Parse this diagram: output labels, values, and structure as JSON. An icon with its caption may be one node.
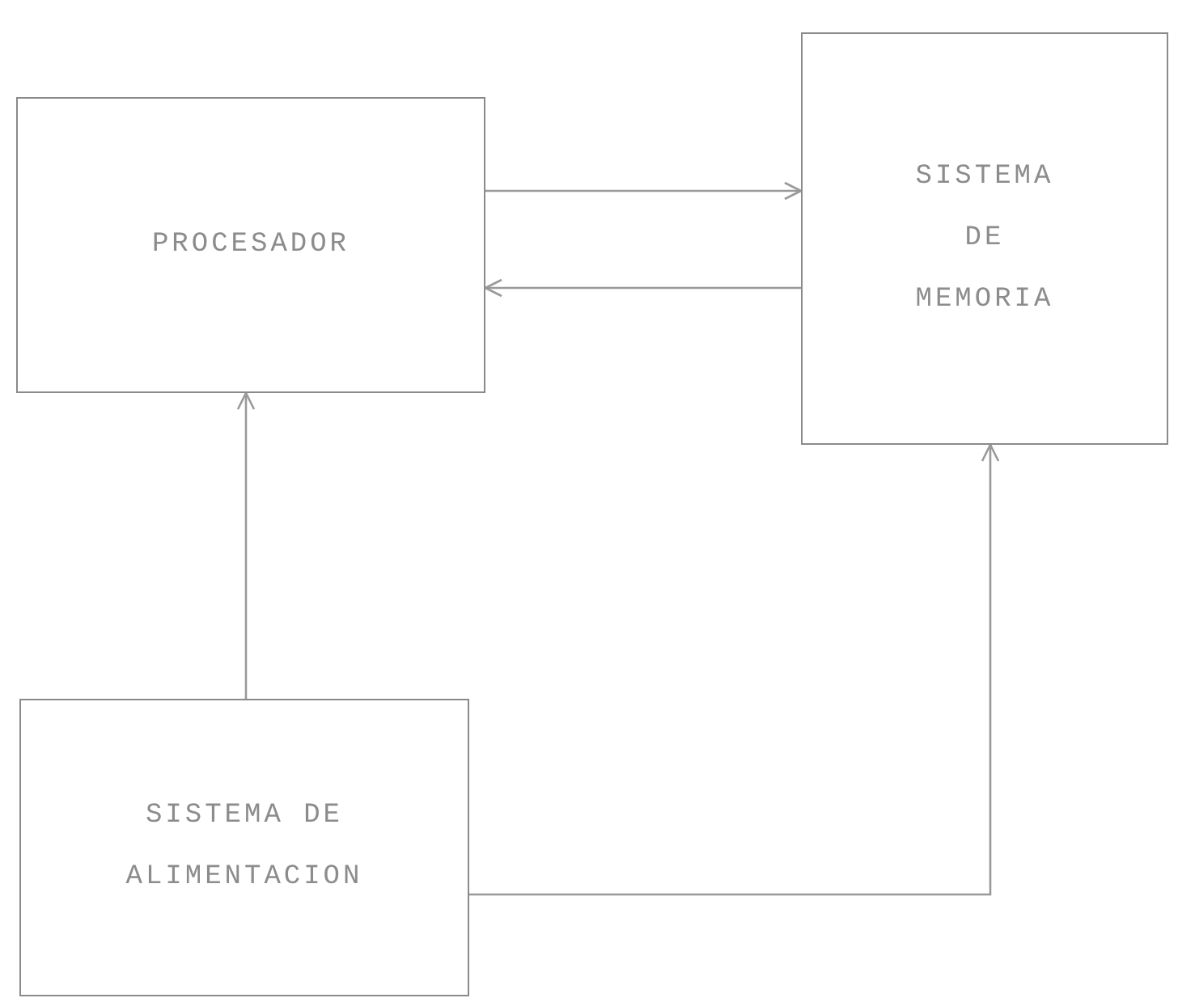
{
  "diagram": {
    "nodes": [
      {
        "text": [
          "PROCESADOR"
        ]
      },
      {
        "text": [
          "SISTEMA DE MEMORIA"
        ]
      },
      {
        "text": [
          "SISTEMA DE ALIMENTACION"
        ]
      }
    ],
    "edges": [
      {
        "from": 0,
        "to": 1,
        "arrow": "to"
      },
      {
        "from": 1,
        "to": 0,
        "arrow": "to"
      },
      {
        "from": 2,
        "to": 0,
        "arrow": "to"
      },
      {
        "from": 2,
        "to": 1,
        "arrow": "to"
      }
    ]
  }
}
